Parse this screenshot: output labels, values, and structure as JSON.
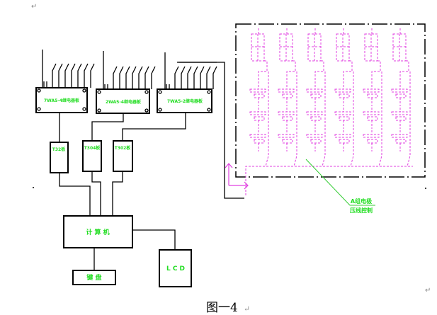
{
  "figure": {
    "caption": "图一4",
    "paragraph_mark": "↵"
  },
  "relay_boards": [
    {
      "label": "7WA5-4继电器板"
    },
    {
      "label": "2WA5-4继电器板"
    },
    {
      "label": "7WA5-2继电器板"
    }
  ],
  "interface_boards": [
    {
      "label": "T32板"
    },
    {
      "label": "T304板"
    },
    {
      "label": "T302板"
    }
  ],
  "computer": {
    "label": "计 算 机"
  },
  "keyboard": {
    "label": "键 盘"
  },
  "lcd": {
    "label": "L C D"
  },
  "annotation": {
    "line1": "A组电极",
    "line2": "压线控制"
  },
  "electrode_grid": {
    "columns": 6,
    "rows_per_column": 3
  },
  "colors": {
    "wiring": "#000000",
    "label_text": "#22dd22",
    "electrode_dashed": "#e040e0",
    "leader_line": "#33cc33"
  }
}
